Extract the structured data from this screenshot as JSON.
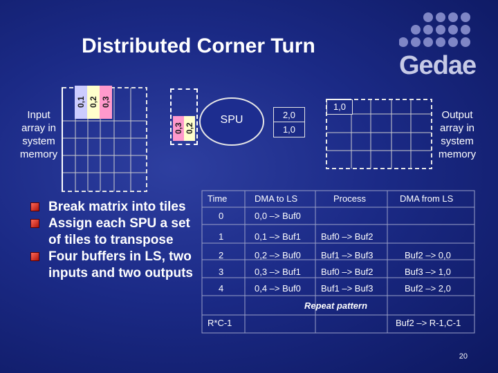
{
  "slide": {
    "title": "Distributed Corner Turn",
    "page_number": "20"
  },
  "logo": {
    "text": "Gedae",
    "color": "#c6cae6"
  },
  "input_label": [
    "Input",
    "array in",
    "system",
    "memory"
  ],
  "output_label": [
    "Output",
    "array in",
    "system",
    "memory"
  ],
  "input_tiles": [
    "0,1",
    "0,2",
    "0,3"
  ],
  "local_tiles": [
    "0,3",
    "0,2"
  ],
  "spu": {
    "label": "SPU",
    "buf_top": "2,0",
    "buf_bottom": "1,0"
  },
  "output_tile": "1,0",
  "bullets": [
    "Break matrix into tiles",
    "Assign each SPU a set of tiles to transpose",
    "Four buffers in LS, two inputs and two outputs"
  ],
  "table": {
    "headers": [
      "Time",
      "DMA to LS",
      "Process",
      "DMA from LS"
    ],
    "rows": [
      [
        "0",
        "0,0 –> Buf0",
        "",
        ""
      ],
      [
        "1",
        "0,1 –> Buf1",
        "Buf0 –> Buf2",
        ""
      ],
      [
        "2",
        "0,2 –> Buf0",
        "Buf1 –> Buf3",
        "Buf2 –> 0,0"
      ],
      [
        "3",
        "0,3 –> Buf1",
        "Buf0 –> Buf2",
        "Buf3 –> 1,0"
      ],
      [
        "4",
        "0,4 –> Buf0",
        "Buf1 –> Buf3",
        "Buf2 –> 2,0"
      ]
    ],
    "repeat_note": "Repeat pattern",
    "last_row": [
      "R*C-1",
      "",
      "",
      "Buf2 –> R-1,C-1"
    ]
  },
  "colors": {
    "background": "#1b2a86",
    "tile_yellow": "#ffffcc",
    "tile_pink": "#ff99cc",
    "tile_blue": "#ccccff",
    "bullet_red": "#d02818"
  }
}
